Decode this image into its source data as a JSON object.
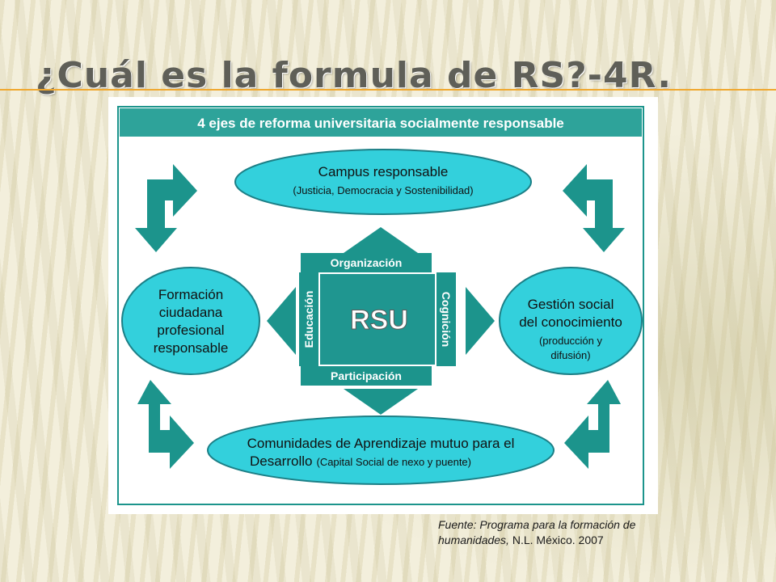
{
  "slide": {
    "title": "¿Cuál es la formula de RS?-4R."
  },
  "diagram": {
    "header": "4 ejes de reforma universitaria socialmente responsable",
    "center": "RSU",
    "directions": {
      "top": "Organización",
      "bottom": "Participación",
      "left": "Educación",
      "right": "Cognición"
    },
    "campus": {
      "title": "Campus responsable",
      "subtitle": "(Justicia, Democracia y Sostenibilidad)"
    },
    "formacion": {
      "lines": [
        "Formación",
        "ciudadana",
        "profesional",
        "responsable"
      ]
    },
    "gestion": {
      "lines": [
        "Gestión social",
        "del conocimiento",
        "(producción y",
        "difusión)"
      ]
    },
    "comunidades": {
      "line1": "Comunidades de Aprendizaje mutuo para el",
      "line2_main": "Desarrollo",
      "line2_sub": "(Capital Social de nexo y puente)"
    }
  },
  "source": {
    "italic": "Fuente: Programa para la formación de humanidades,",
    "plain": " N.L. México. 2007"
  },
  "colors": {
    "teal": "#1c948c",
    "ellipse_fill": "#33d0dc",
    "header_bg": "#2ea39a",
    "accent_rule": "#f0a830"
  }
}
